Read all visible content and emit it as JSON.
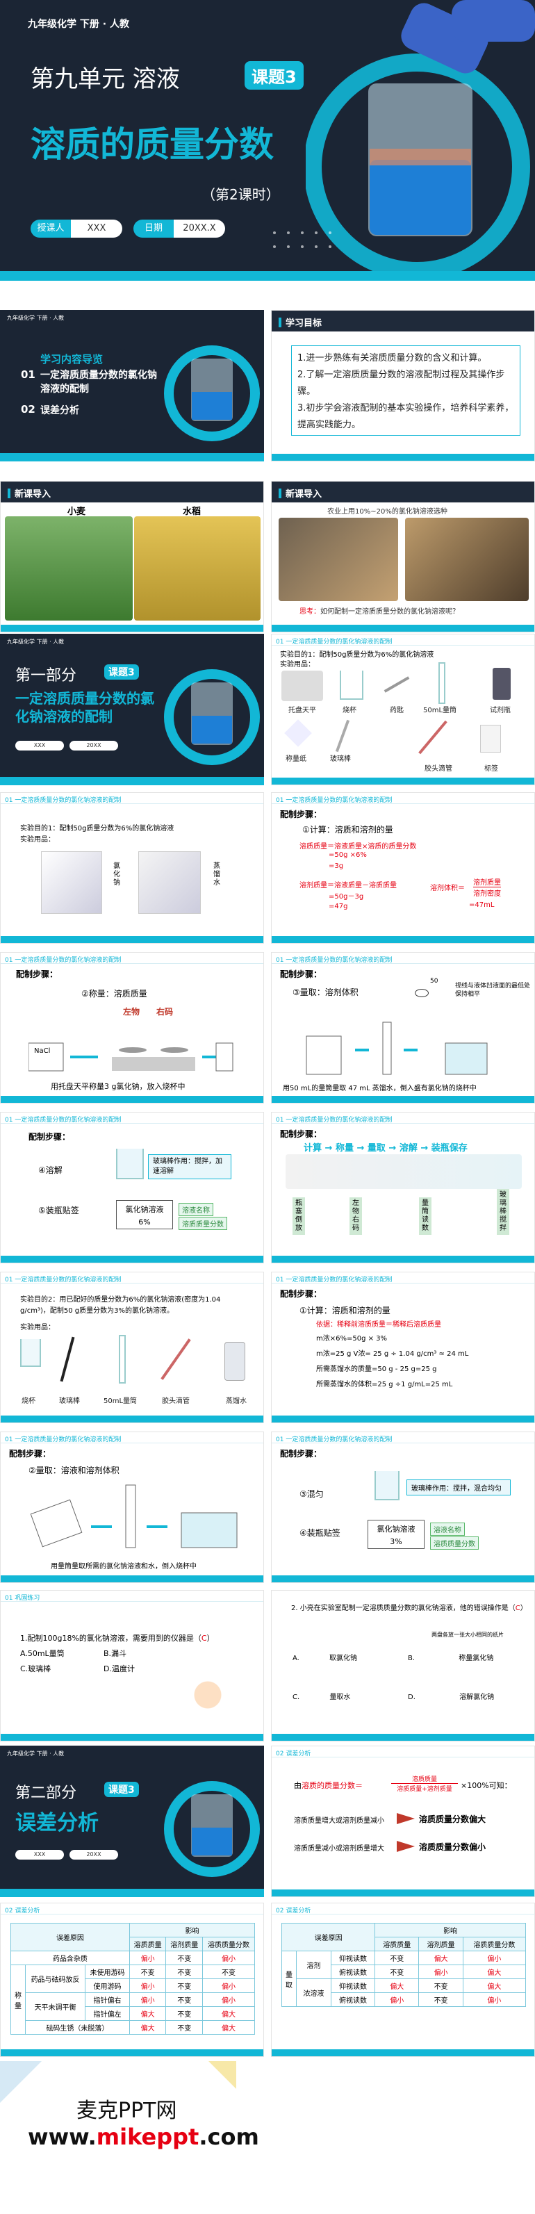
{
  "cover": {
    "grade": "九年级化学  下册 · 人教",
    "unit": "第九单元  溶液",
    "badge": "课题3",
    "title": "溶质的质量分数",
    "period": "（第2课时）",
    "teacher_label": "授课人",
    "teacher_value": "XXX",
    "date_label": "日期",
    "date_value": "20XX.X"
  },
  "header_small": "九年级化学  下册 · 人教",
  "toc": {
    "title": "学习内容导览",
    "items": [
      {
        "num": "01",
        "text": "一定溶质质量分数的氯化钠溶液的配制"
      },
      {
        "num": "02",
        "text": "误差分析"
      }
    ]
  },
  "goals": {
    "title": "学习目标",
    "items": [
      "1.进一步熟练有关溶质质量分数的含义和计算。",
      "2.了解一定溶质质量分数的溶液配制过程及其操作步骤。",
      "3.初步学会溶液配制的基本实验操作，培养科学素养，提高实践能力。"
    ]
  },
  "intro1": {
    "title": "新课导入",
    "left_caption": "小麦",
    "right_caption": "水稻"
  },
  "intro2": {
    "title": "新课导入",
    "caption": "农业上用10%~20%的氯化钠溶液选种",
    "question_label": "思考：",
    "question": "如何配制一定溶质质量分数的氯化钠溶液呢？"
  },
  "part1": {
    "label": "第一部分",
    "badge": "课题3",
    "title": "一定溶质质量分数的氯化钠溶液的配制",
    "teacher_value": "XXX",
    "date_value": "20XX"
  },
  "sec1": "01 一定溶质质量分数的氯化钠溶液的配制",
  "s5": {
    "purpose": "实验目的1：配制50g质量分数为6%的氯化钠溶液",
    "items_label": "实验用品：",
    "tools": [
      "托盘天平",
      "烧杯",
      "药匙",
      "50mL量筒",
      "试剂瓶",
      "称量纸",
      "玻璃棒",
      "胶头滴管",
      "标签"
    ]
  },
  "s6": {
    "purpose": "实验目的1：配制50g质量分数为6%的氯化钠溶液",
    "items_label": "实验用品：",
    "label1": "氯化钠",
    "label2": "蒸馏水"
  },
  "s7": {
    "title": "配制步骤：",
    "step": "①计算：溶质和溶剂的量",
    "l1": "溶质质量＝溶液质量×溶质的质量分数",
    "l2": "=50g ×6%",
    "l3": "=3g",
    "l4": "溶剂质量＝溶液质量－溶质质量",
    "l5": "=50g－3g",
    "l6": "=47g",
    "r1a": "溶剂体积＝",
    "r1b": "溶剂质量",
    "r1c": "溶剂密度",
    "r2": "=47mL"
  },
  "s8": {
    "title": "配制步骤：",
    "step": "②称量：溶质质量",
    "left": "左物",
    "right": "右码",
    "chem": "NaCl",
    "caption": "用托盘天平称量3 g氯化钠，放入烧杯中"
  },
  "s9": {
    "title": "配制步骤：",
    "step": "③量取：溶剂体积",
    "note": "视线与液体凹液面的最低处保持相平",
    "mark": "50",
    "caption": "用50 mL的量筒量取 47 mL 蒸馏水，倒入盛有氯化钠的烧杯中"
  },
  "s10": {
    "title": "配制步骤：",
    "step4": "④溶解",
    "step5": "⑤装瓶贴签",
    "note": "玻璃棒作用：搅拌，加速溶解",
    "label_title": "氯化钠溶液",
    "label_pct": "6%",
    "tag1": "溶液名称",
    "tag2": "溶质质量分数"
  },
  "s11": {
    "title": "配制步骤：",
    "flow": "计算 → 称量 → 量取 → 溶解 → 装瓶保存",
    "l1": "瓶塞倒放",
    "l2": "左物右码",
    "l3": "量筒读数",
    "l4": "玻璃棒搅拌"
  },
  "s12": {
    "purpose": "实验目的2：用已配好的质量分数为6%的氯化钠溶液(密度为1.04 g/cm³)，配制50 g质量分数为3%的氯化钠溶液。",
    "items_label": "实验用品：",
    "tools": [
      "烧杯",
      "玻璃棒",
      "50mL量筒",
      "胶头滴管",
      "蒸馏水"
    ]
  },
  "s13": {
    "title": "配制步骤：",
    "step": "①计算：溶质和溶剂的量",
    "basis": "依据：稀释前溶质质量＝稀释后溶质质量",
    "l1": "m浓×6%=50g × 3%",
    "l2": "m浓=25 g    V浓= 25 g ÷ 1.04 g/cm³ ≈ 24 mL",
    "l3": "所需蒸馏水的质量=50 g - 25 g=25 g",
    "l4": "所需蒸馏水的体积=25 g ÷1 g/mL=25 mL"
  },
  "s14": {
    "title": "配制步骤：",
    "step": "②量取：溶液和溶剂体积",
    "caption": "用量筒量取所需的氯化钠溶液和水，倒入烧杯中"
  },
  "s15": {
    "title": "配制步骤：",
    "step3": "③混匀",
    "note": "玻璃棒作用：搅拌，混合均匀",
    "step4": "④装瓶贴签",
    "label_title": "氯化钠溶液",
    "label_pct": "3%",
    "tag1": "溶液名称",
    "tag2": "溶质质量分数"
  },
  "q1": {
    "sec": "01 巩固练习",
    "q": "1.配制100g18%的氯化钠溶液，需要用到的仪器是（",
    "answer": "C",
    "close": "）",
    "a": "A.50mL量筒",
    "b": "B.漏斗",
    "c": "C.玻璃棒",
    "d": "D.温度计"
  },
  "q2": {
    "q": "2. 小亮在实验室配制一定溶质质量分数的氯化钠溶液，他的错误操作是（",
    "answer": "C",
    "close": "）",
    "a": "A.",
    "a_text": "取氯化钠",
    "b": "B.",
    "b_text": "称量氯化钠",
    "b_top": "两盘各放一张大小相同的纸片",
    "c": "C.",
    "c_text": "量取水",
    "d": "D.",
    "d_text": "溶解氯化钠"
  },
  "part2": {
    "label": "第二部分",
    "badge": "课题3",
    "title": "误差分析",
    "teacher_value": "XXX",
    "date_value": "20XX"
  },
  "err1": {
    "sec": "02 误差分析",
    "formula_pre": "由",
    "formula_lhs": "溶质的质量分数＝",
    "formula_num": "溶质质量",
    "formula_den": "溶质质量+溶剂质量",
    "formula_post": "×100%可知：",
    "r1a": "溶质质量增大或溶剂质量减小",
    "r1b": "溶质质量分数偏大",
    "r2a": "溶质质量减小或溶剂质量增大",
    "r2b": "溶质质量分数偏小"
  },
  "table1": {
    "sec": "02 误差分析",
    "head_reason": "误差原因",
    "head_effect": "影响",
    "cols": [
      "溶质质量",
      "溶剂质量",
      "溶质质量分数"
    ],
    "group1": "药品含杂质",
    "g1": [
      "偏小",
      "不变",
      "偏小"
    ],
    "side": "称量",
    "sub1": "药品与砝码放反",
    "sub2": "天平未调平衡",
    "rows": [
      {
        "sub": "未使用游码",
        "v": [
          "不变",
          "不变",
          "不变"
        ]
      },
      {
        "sub": "使用游码",
        "v": [
          "偏小",
          "不变",
          "偏小"
        ]
      },
      {
        "sub": "指针偏右",
        "v": [
          "偏小",
          "不变",
          "偏小"
        ]
      },
      {
        "sub": "指针偏左",
        "v": [
          "偏大",
          "不变",
          "偏大"
        ]
      }
    ],
    "last": "砝码生锈（未脱落）",
    "lastv": [
      "偏大",
      "不变",
      "偏大"
    ]
  },
  "table2": {
    "sec": "02 误差分析",
    "head_reason": "误差原因",
    "head_effect": "影响",
    "cols": [
      "溶质质量",
      "溶剂质量",
      "溶质质量分数"
    ],
    "side": "量取",
    "sub1": "溶剂",
    "sub2": "浓溶液",
    "rows": [
      {
        "sub": "仰视读数",
        "v": [
          "不变",
          "偏大",
          "偏小"
        ]
      },
      {
        "sub": "俯视读数",
        "v": [
          "不变",
          "偏小",
          "偏大"
        ]
      },
      {
        "sub": "仰视读数",
        "v": [
          "偏大",
          "不变",
          "偏大"
        ]
      },
      {
        "sub": "俯视读数",
        "v": [
          "偏小",
          "不变",
          "偏小"
        ]
      }
    ]
  },
  "footer": {
    "brand": "麦克PPT网",
    "url_pre": "www.",
    "url_mid": "mikeppt",
    "url_post": ".com"
  },
  "colors": {
    "accent": "#12b7d6",
    "dark": "#1f2a3a",
    "red": "#e60012"
  }
}
